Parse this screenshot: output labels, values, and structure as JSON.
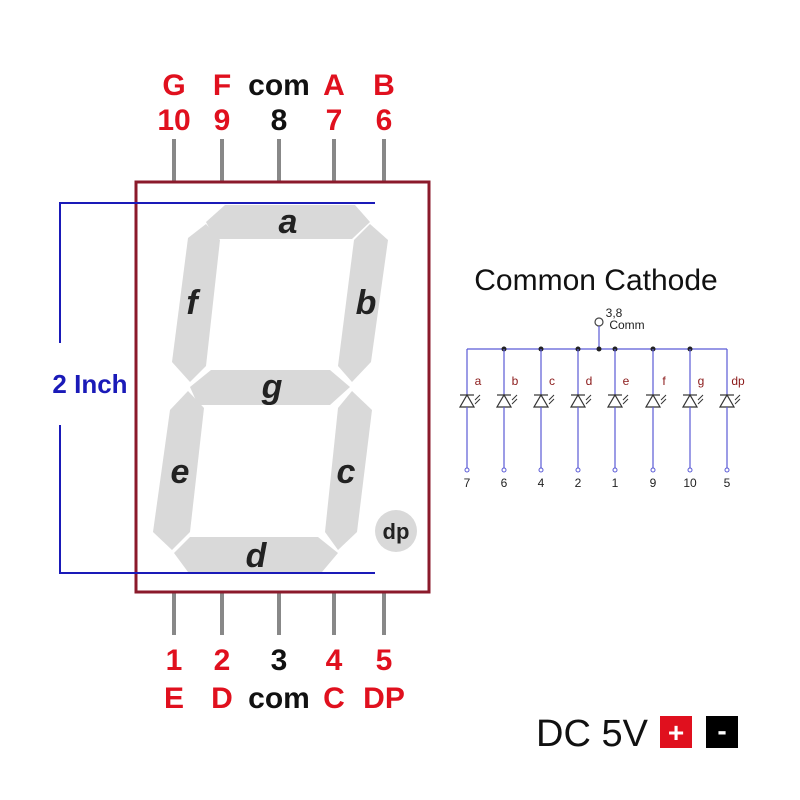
{
  "colors": {
    "pin_label": "#e0101e",
    "com_label": "#111111",
    "frame": "#8b1a2b",
    "segment_fill": "#d9d9d9",
    "pin_lead": "#888888",
    "dimension": "#1a1ab8",
    "wire": "#5a5ad6",
    "schem_label": "#8b1a1a",
    "plus_bg": "#e0101e",
    "minus_bg": "#000000"
  },
  "top_pins": [
    {
      "name": "G",
      "number": "10",
      "is_com": false
    },
    {
      "name": "F",
      "number": "9",
      "is_com": false
    },
    {
      "name": "com",
      "number": "8",
      "is_com": true
    },
    {
      "name": "A",
      "number": "7",
      "is_com": false
    },
    {
      "name": "B",
      "number": "6",
      "is_com": false
    }
  ],
  "bottom_pins": [
    {
      "name": "E",
      "number": "1",
      "is_com": false
    },
    {
      "name": "D",
      "number": "2",
      "is_com": false
    },
    {
      "name": "com",
      "number": "3",
      "is_com": true
    },
    {
      "name": "C",
      "number": "4",
      "is_com": false
    },
    {
      "name": "DP",
      "number": "5",
      "is_com": false
    }
  ],
  "segments": {
    "a": "a",
    "b": "b",
    "c": "c",
    "d": "d",
    "e": "e",
    "f": "f",
    "g": "g",
    "dp": "dp"
  },
  "dimension_label": "2 Inch",
  "schematic": {
    "title": "Common Cathode",
    "common_pins": "3,8",
    "common_label": "Comm",
    "leds": [
      {
        "segment": "a",
        "pin": "7"
      },
      {
        "segment": "b",
        "pin": "6"
      },
      {
        "segment": "c",
        "pin": "4"
      },
      {
        "segment": "d",
        "pin": "2"
      },
      {
        "segment": "e",
        "pin": "1"
      },
      {
        "segment": "f",
        "pin": "9"
      },
      {
        "segment": "g",
        "pin": "10"
      },
      {
        "segment": "dp",
        "pin": "5"
      }
    ]
  },
  "power": {
    "label": "DC 5V",
    "plus": "+",
    "minus": "-"
  }
}
